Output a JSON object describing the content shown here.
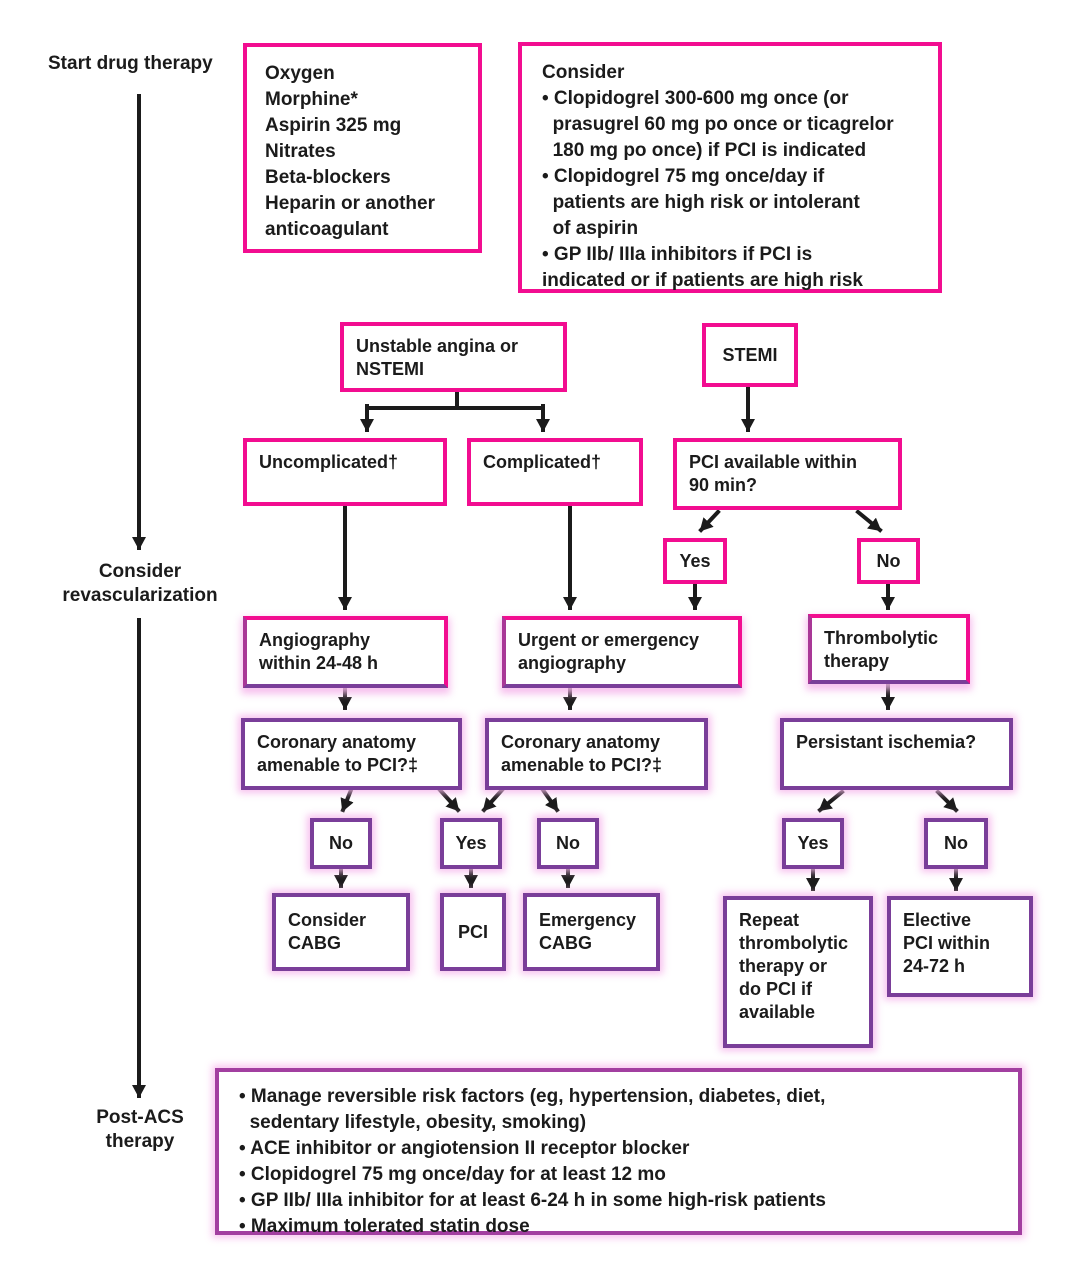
{
  "colors": {
    "magenta_border": "#F20D90",
    "purple_border": "#7A3E99",
    "post_border": "#A23FA0",
    "glow": "#F9D7F0",
    "line": "#1b1b1b"
  },
  "side_labels": {
    "start": "Start drug therapy",
    "consider_revascularization": "Consider\nrevascularization",
    "post_acs": "Post-ACS\ntherapy"
  },
  "boxes": {
    "initial_drugs": [
      "Oxygen",
      "Morphine*",
      "Aspirin 325 mg",
      "Nitrates",
      "Beta-blockers",
      "Heparin or another",
      "anticoagulant"
    ],
    "consider_drugs": [
      "Consider",
      "• Clopidogrel 300-600 mg once (or",
      "  prasugrel 60 mg po once or ticagrelor",
      "  180 mg po once) if PCI is indicated",
      "• Clopidogrel 75 mg once/day if",
      "  patients are high risk or intolerant",
      "  of aspirin",
      "• GP IIb/ IIIa inhibitors if PCI is",
      "indicated or if patients are high risk"
    ],
    "unstable_angina_nstemi": "Unstable angina or\nNSTEMI",
    "stemi": "STEMI",
    "uncomplicated": "Uncomplicated†",
    "complicated": "Complicated†",
    "pci_available": "PCI available within\n90 min?",
    "yes_pci_available": "Yes",
    "no_pci_available": "No",
    "angiography_24_48": "Angiography\nwithin 24-48 h",
    "urgent_angiography": "Urgent or emergency\nangiography",
    "thrombolytic_therapy": "Thrombolytic\ntherapy",
    "coronary_anatomy_left": "Coronary anatomy\namenable to PCI?‡",
    "coronary_anatomy_right": "Coronary anatomy\namenable to PCI?‡",
    "persistant_ischemia": "Persistant ischemia?",
    "no_cabg": "No",
    "yes_pci": "Yes",
    "no_emergency_cabg": "No",
    "yes_ischemia": "Yes",
    "no_ischemia": "No",
    "consider_cabg": "Consider\nCABG",
    "pci": "PCI",
    "emergency_cabg": "Emergency\nCABG",
    "repeat_thrombolytic": "Repeat\nthrombolytic\ntherapy or\ndo PCI if\navailable",
    "elective_pci": "Elective\nPCI within\n24-72 h",
    "post_acs_therapy": [
      "• Manage reversible risk factors (eg, hypertension, diabetes, diet,",
      "  sedentary lifestyle, obesity, smoking)",
      "• ACE inhibitor or angiotension II receptor blocker",
      "• Clopidogrel 75 mg once/day for at least 12 mo",
      "• GP IIb/ IIIa inhibitor for at least 6-24 h in some high-risk patients",
      "• Maximum tolerated statin dose"
    ]
  }
}
